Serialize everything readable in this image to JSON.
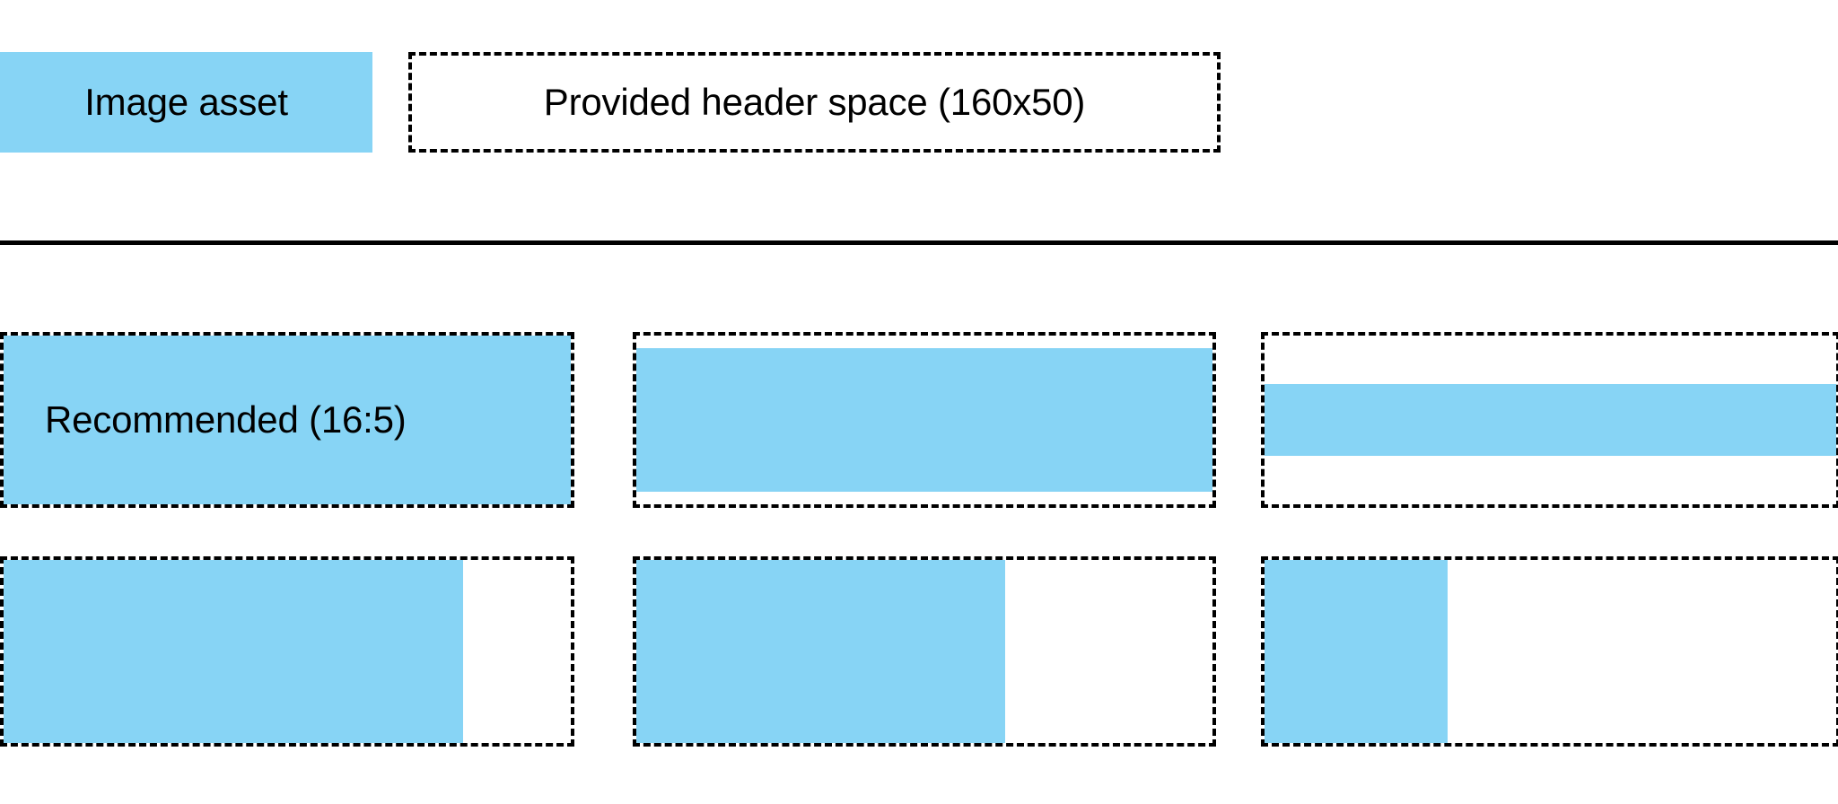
{
  "colors": {
    "asset_blue": "#87D4F5",
    "outline": "#000000",
    "background": "#FFFFFF"
  },
  "legend": {
    "swatch_label": "Image asset",
    "space_label": "Provided header space (160x50)"
  },
  "grid": {
    "recommended_label": "Recommended (16:5)",
    "rows": [
      {
        "cells": [
          {
            "fill_mode": "full-bleed",
            "label": "Recommended (16:5)"
          },
          {
            "fill_mode": "letterboxed",
            "label": ""
          },
          {
            "fill_mode": "thin-band",
            "label": ""
          }
        ]
      },
      {
        "cells": [
          {
            "fill_mode": "pillar-81",
            "label": ""
          },
          {
            "fill_mode": "pillar-64",
            "label": ""
          },
          {
            "fill_mode": "pillar-32",
            "label": ""
          }
        ]
      }
    ]
  }
}
